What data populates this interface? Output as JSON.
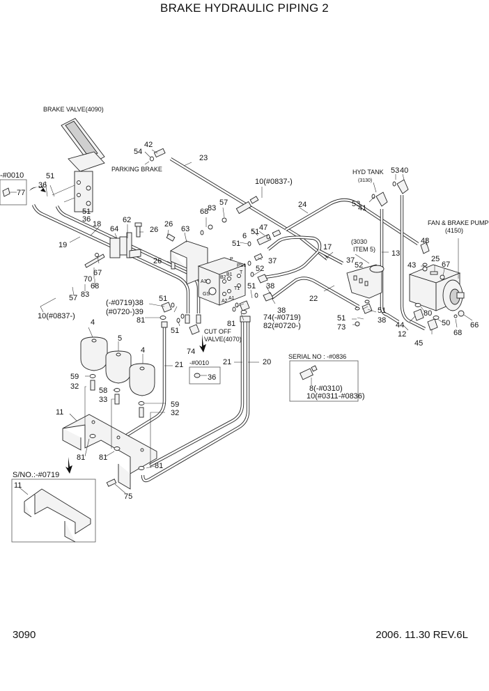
{
  "header": {
    "title": "BRAKE HYDRAULIC PIPING 2"
  },
  "footer": {
    "page_number": "3090",
    "revision": "2006. 11.30  REV.6L"
  },
  "callouts": {
    "brake_valve": "BRAKE VALVE(4090)",
    "parking_brake": "PARKING BRAKE",
    "hyd_tank": "HYD TANK",
    "hyd_tank_ref": "(3130)",
    "item5_ref_a": "(3030",
    "item5_ref_b": "ITEM 5)",
    "fan_brake_pump": "FAN & BRAKE PUMP",
    "fan_brake_pump_ref": "(4150)",
    "cut_off_valve_a": "CUT OFF",
    "cut_off_valve_b": "VALVE(4070)",
    "serial_no_box_title": "SERIAL NO : -#0836",
    "serial_inset_title": "S/NO.:-#0719",
    "inset_0010_left": "-#0010",
    "inset_0010_mid": "-#0010",
    "port_p": "P",
    "port_ps1": "PS1",
    "port_t": "T",
    "port_a3": "A3",
    "port_b2": "B2",
    "port_b1": "B1",
    "port_t1": "T1",
    "port_a2": "A2",
    "port_a1": "A1",
    "port_gs": "GS"
  },
  "part_numbers": {
    "p42": "42",
    "p54": "54",
    "p23": "23",
    "p51_a": "51",
    "p36_a": "36",
    "p77": "77",
    "p51_b": "51",
    "p36_b": "36",
    "p18": "18",
    "p19": "19",
    "p62": "62",
    "p64": "64",
    "p26_a": "26",
    "p26_b": "26",
    "p26_c": "26",
    "p63": "63",
    "p70": "70",
    "p67_a": "67",
    "p68_a": "68",
    "p83_a": "83",
    "p57_a": "57",
    "p10_a": "10(#0837-)",
    "p10_b": "10(#0837-)",
    "p68_b": "68",
    "p83_b": "83",
    "p57_b": "57",
    "p6": "6",
    "p51_c": "51",
    "p47": "47",
    "p51_d": "51",
    "p24": "24",
    "p17": "17",
    "p37_a": "37",
    "p52_a": "52",
    "p37_b": "37",
    "p52_b": "52",
    "p38_a": "38",
    "p51_e": "51",
    "p38_b": "38",
    "p22": "22",
    "p13": "13",
    "p53_a": "53",
    "p41": "41",
    "p53_b": "53",
    "p40": "40",
    "p48": "48",
    "p43": "43",
    "p25": "25",
    "p67_b": "67",
    "p51_f": "51",
    "p51_g": "51",
    "p73": "73",
    "p38_c": "38",
    "p80": "80",
    "p50": "50",
    "p44": "44",
    "p12": "12",
    "p45": "45",
    "p68_c": "68",
    "p66": "66",
    "p38_39_a": "(-#0719)38",
    "p38_39_b": "(#0720-)39",
    "p81_a": "81",
    "p51_h": "51",
    "p51_i": "51",
    "p74_a": "74",
    "p74_82_a": "74(-#0719)",
    "p74_82_b": "82(#0720-)",
    "p81_b": "81",
    "p21_a": "21",
    "p21_b": "21",
    "p20": "20",
    "p36_c": "36",
    "p4_a": "4",
    "p5": "5",
    "p4_b": "4",
    "p59_a": "59",
    "p32_a": "32",
    "p58": "58",
    "p33": "33",
    "p59_b": "59",
    "p32_b": "32",
    "p11_a": "11",
    "p81_c": "81",
    "p81_d": "81",
    "p81_e": "81",
    "p75": "75",
    "p11_b": "11",
    "p8_serial": "8(-#0310)",
    "p10_serial": "10(#0311-#0836)"
  }
}
